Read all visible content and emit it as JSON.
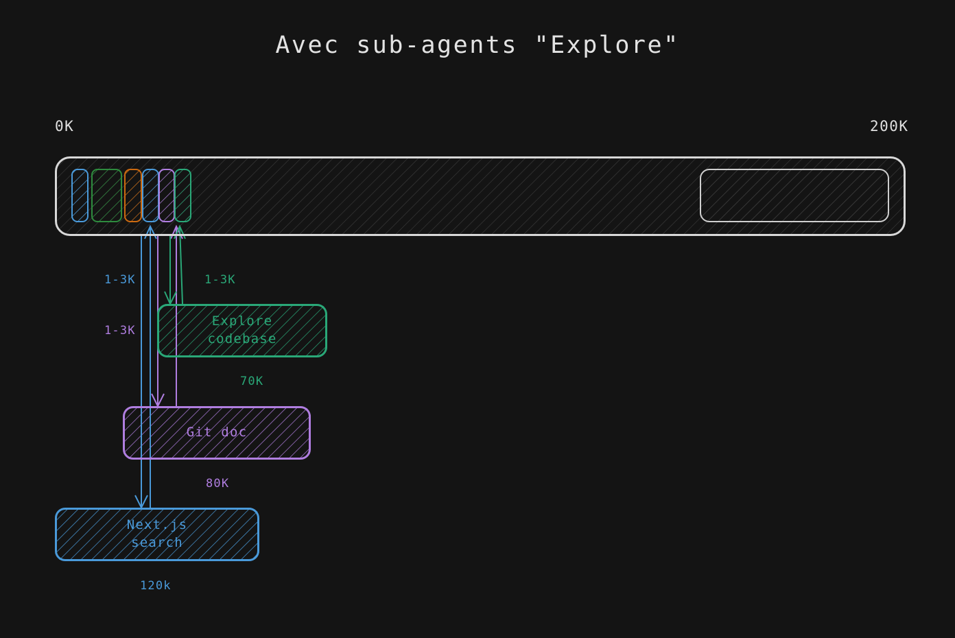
{
  "title": "Avec sub-agents \"Explore\"",
  "axis": {
    "left": "0K",
    "right": "200K"
  },
  "colors": {
    "background": "#141414",
    "outline": "#d8d8d8",
    "blue": "#4a9ada",
    "green": "#2e8b3e",
    "orange": "#cc6a10",
    "purple": "#b07ee0",
    "teal": "#2aa878"
  },
  "context_bar": {
    "name": "context-window",
    "free_region_label": "",
    "blocks": [
      {
        "name": "block-1",
        "color": "#4a9ada"
      },
      {
        "name": "block-2",
        "color": "#2e8b3e"
      },
      {
        "name": "block-3",
        "color": "#cc6a10"
      },
      {
        "name": "block-4",
        "color": "#4a9ada"
      },
      {
        "name": "block-5",
        "color": "#b07ee0"
      },
      {
        "name": "block-6",
        "color": "#2aa878"
      }
    ]
  },
  "agents": [
    {
      "id": "explore-codebase",
      "label_line1": "Explore",
      "label_line2": "codebase",
      "caption": "70K",
      "flow_label": "1-3K",
      "color": "#2aa878"
    },
    {
      "id": "git-doc",
      "label_line1": "Git doc",
      "label_line2": "",
      "caption": "80K",
      "flow_label": "1-3K",
      "color": "#b07ee0"
    },
    {
      "id": "nextjs-search",
      "label_line1": "Next.js",
      "label_line2": "search",
      "caption": "120k",
      "flow_label": "1-3K",
      "color": "#4a9ada"
    }
  ],
  "flow_labels": {
    "blue": "1-3K",
    "green": "1-3K",
    "purple": "1-3K"
  },
  "captions": {
    "explore": "70K",
    "git": "80K",
    "next": "120k"
  }
}
